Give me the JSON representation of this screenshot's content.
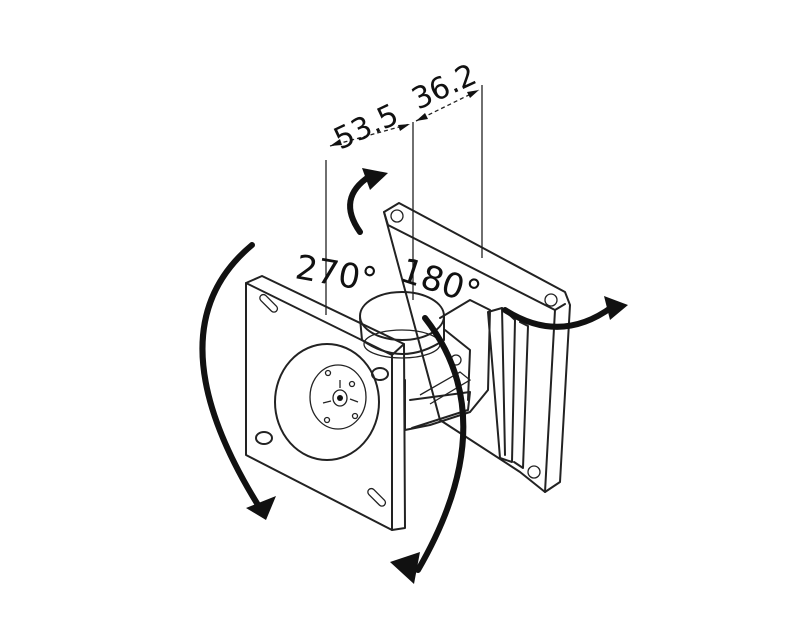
{
  "dimensions": {
    "width_a": "53.5",
    "width_b": "36.2"
  },
  "rotations": {
    "tilt": "270°",
    "pan": "180°"
  }
}
